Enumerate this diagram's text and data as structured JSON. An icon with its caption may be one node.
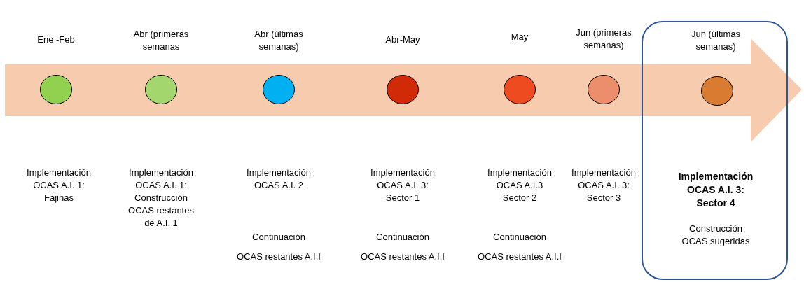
{
  "diagram": {
    "nodes": [
      {
        "text": [],
        "shape": "box"
      },
      {
        "text": [],
        "shape": "circle",
        "beside": [
          "Ene -Feb"
        ]
      },
      {
        "text": [],
        "shape": "circle",
        "beside": [
          "Abr (primeras semanas"
        ]
      },
      {
        "text": [],
        "shape": "circle",
        "beside": [
          "Abr (últimas semanas)"
        ]
      },
      {
        "text": [],
        "shape": "circle",
        "beside": [
          "Abr-May"
        ]
      },
      {
        "text": [],
        "shape": "circle",
        "beside": [
          "May"
        ]
      },
      {
        "text": [],
        "shape": "circle",
        "beside": [
          "Jun (primeras semanas)"
        ]
      },
      {
        "text": [],
        "shape": "circle",
        "in": 0,
        "beside": [
          "Jun (últimas semanas)"
        ]
      }
    ],
    "edges": [],
    "labels": [
      "Implementación OCAS A.I. 1: Fajinas",
      "Implementación OCAS A.I. 1: Construcción OCAS restantes de A.I. 1",
      "Implementación OCAS A.I. 2",
      "Implementación OCAS A.I. 3: Sector 1",
      "Implementación OCAS A.I.3 Sector 2",
      "Implementación OCAS A.I. 3: Sector 3",
      "Implementación OCAS A.I. 3: Sector 4",
      "Construcción OCAS sugeridas",
      "Continuación",
      "Continuación",
      "Continuación",
      "OCAS restantes A.I.I",
      "OCAS restantes A.I.I",
      "OCAS restantes A.I.I"
    ]
  }
}
